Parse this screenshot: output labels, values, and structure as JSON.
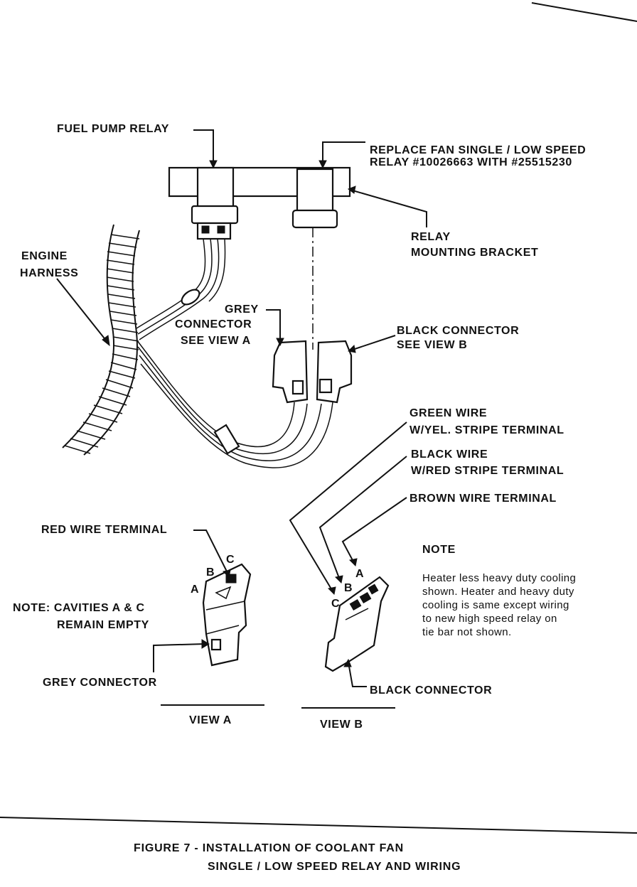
{
  "labels": {
    "fuel_pump_relay": "FUEL PUMP RELAY",
    "replace_fan_line1": "REPLACE FAN SINGLE / LOW SPEED",
    "replace_fan_line2": "RELAY #10026663 WITH #25515230",
    "relay_bracket_line1": "RELAY",
    "relay_bracket_line2": "MOUNTING BRACKET",
    "engine_harness_line1": "ENGINE",
    "engine_harness_line2": "HARNESS",
    "grey_connector_line1": "GREY",
    "grey_connector_line2": "CONNECTOR",
    "grey_connector_line3": "SEE VIEW A",
    "black_connector_line1": "BLACK CONNECTOR",
    "black_connector_line2": "SEE VIEW B",
    "green_wire_line1": "GREEN WIRE",
    "green_wire_line2": "W/YEL. STRIPE TERMINAL",
    "black_wire_line1": "BLACK WIRE",
    "black_wire_line2": "W/RED STRIPE TERMINAL",
    "brown_wire": "BROWN WIRE TERMINAL",
    "red_wire": "RED WIRE TERMINAL",
    "note_cavities_line1": "NOTE: CAVITIES A & C",
    "note_cavities_line2": "REMAIN EMPTY",
    "grey_connector_view": "GREY CONNECTOR",
    "black_connector_view": "BLACK CONNECTOR",
    "view_a": "VIEW A",
    "view_b": "VIEW B",
    "cavity_a": "A",
    "cavity_b": "B",
    "cavity_c": "C"
  },
  "note": {
    "title": "NOTE",
    "line1": "Heater less heavy duty cooling",
    "line2": "shown. Heater and heavy duty",
    "line3": "cooling is same except wiring",
    "line4": "to new high speed relay on",
    "line5": "tie bar not shown."
  },
  "caption": {
    "line1": "FIGURE 7 - INSTALLATION OF COOLANT FAN",
    "line2": "SINGLE / LOW SPEED RELAY AND WIRING"
  }
}
